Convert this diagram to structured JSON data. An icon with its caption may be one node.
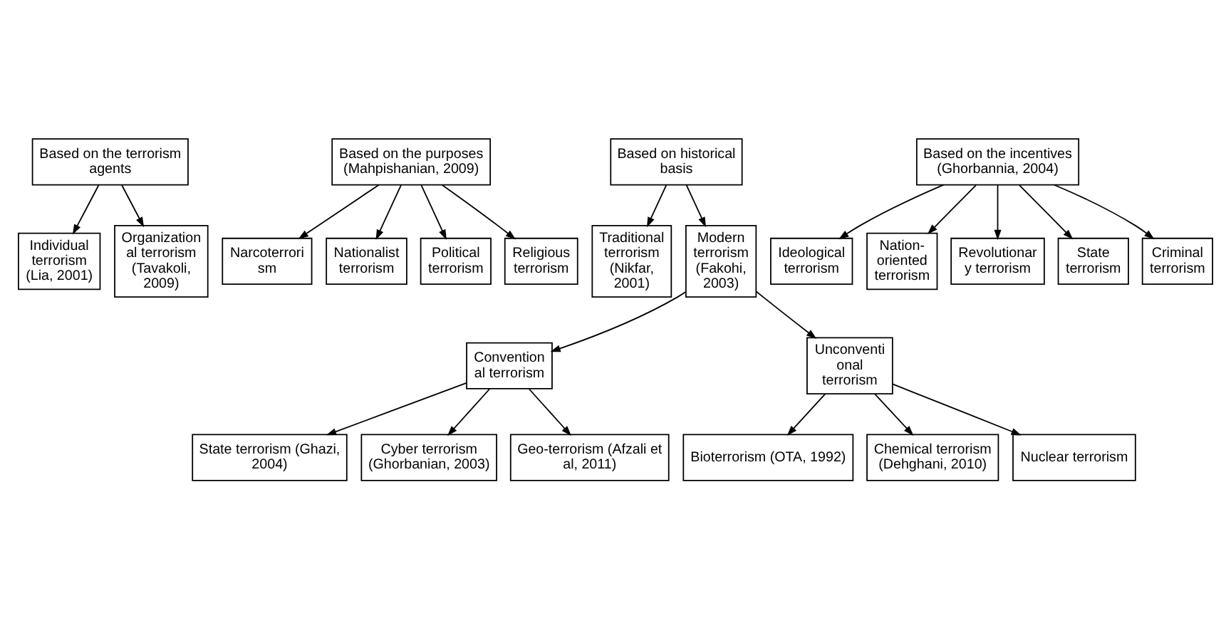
{
  "diagram": {
    "nodes": [
      {
        "text": [
          "Based on the terrorism agents"
        ]
      },
      {
        "text": [
          "Individual terrorism (Lia, 2001)"
        ]
      },
      {
        "text": [
          "Organizational terrorism (Tavakoli, 2009)"
        ]
      },
      {
        "text": [
          "Based on the purposes (Mahpishanian, 2009)"
        ]
      },
      {
        "text": [
          "Narcoterrorism"
        ]
      },
      {
        "text": [
          "Nationalist terrorism"
        ]
      },
      {
        "text": [
          "Political terrorism"
        ]
      },
      {
        "text": [
          "Religious terrorism"
        ]
      },
      {
        "text": [
          "Based on historical basis"
        ]
      },
      {
        "text": [
          "Traditional terrorism (Nikfar, 2001)"
        ]
      },
      {
        "text": [
          "Modern terrorism (Fakohi, 2003)"
        ]
      },
      {
        "text": [
          "Based on the incentives (Ghorbannia, 2004)"
        ]
      },
      {
        "text": [
          "Ideological terrorism"
        ]
      },
      {
        "text": [
          "Nation-oriented terrorism"
        ]
      },
      {
        "text": [
          "Revolutionary terrorism"
        ]
      },
      {
        "text": [
          "State terrorism"
        ]
      },
      {
        "text": [
          "Criminal terrorism"
        ]
      },
      {
        "text": [
          "Convention al terrorism"
        ]
      },
      {
        "text": [
          "Unconventi onal terrorism"
        ]
      },
      {
        "text": [
          "State terrorism (Ghazi, 2004)"
        ]
      },
      {
        "text": [
          "Cyber terrorism (Ghorbanian, 2003)"
        ]
      },
      {
        "text": [
          "Geo-terrorism (Afzali et al, 2011)"
        ]
      },
      {
        "text": [
          "Bioterrorism (OTA, 1992)"
        ]
      },
      {
        "text": [
          "Chemical terrorism (Dehghani, 2010)"
        ]
      },
      {
        "text": [
          "Nuclear terrorism"
        ]
      }
    ],
    "edges": [
      {
        "from": 0,
        "to": 1,
        "arrow": "to"
      },
      {
        "from": 0,
        "to": 2,
        "arrow": "to"
      },
      {
        "from": 3,
        "to": 4,
        "arrow": "to"
      },
      {
        "from": 3,
        "to": 5,
        "arrow": "to"
      },
      {
        "from": 3,
        "to": 6,
        "arrow": "to"
      },
      {
        "from": 3,
        "to": 7,
        "arrow": "to"
      },
      {
        "from": 8,
        "to": 9,
        "arrow": "to"
      },
      {
        "from": 8,
        "to": 10,
        "arrow": "to"
      },
      {
        "from": 11,
        "to": 12,
        "arrow": "to"
      },
      {
        "from": 11,
        "to": 13,
        "arrow": "to"
      },
      {
        "from": 11,
        "to": 14,
        "arrow": "to"
      },
      {
        "from": 11,
        "to": 15,
        "arrow": "to"
      },
      {
        "from": 11,
        "to": 16,
        "arrow": "to"
      },
      {
        "from": 10,
        "to": 17,
        "arrow": "to"
      },
      {
        "from": 10,
        "to": 18,
        "arrow": "to"
      },
      {
        "from": 17,
        "to": 19,
        "arrow": "to"
      },
      {
        "from": 17,
        "to": 20,
        "arrow": "to"
      },
      {
        "from": 17,
        "to": 21,
        "arrow": "to"
      },
      {
        "from": 18,
        "to": 22,
        "arrow": "to"
      },
      {
        "from": 18,
        "to": 23,
        "arrow": "to"
      },
      {
        "from": 18,
        "to": 24,
        "arrow": "to"
      }
    ]
  }
}
